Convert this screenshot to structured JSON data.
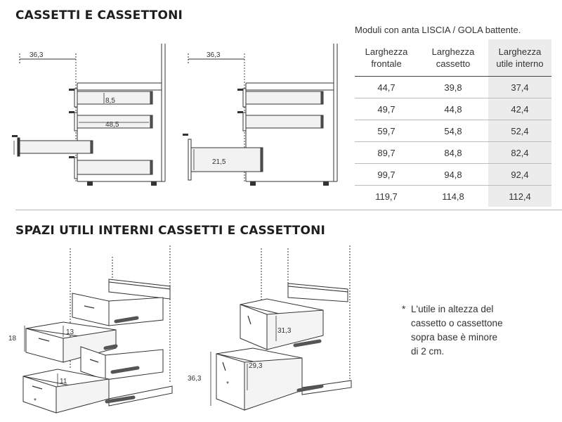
{
  "titles": {
    "drawers": "CASSETTI E CASSETTONI",
    "interior_spaces": "SPAZI UTILI INTERNI CASSETTI E CASSETTONI"
  },
  "table": {
    "caption": "Moduli con anta LISCIA / GOLA battente.",
    "headers": [
      [
        "Larghezza",
        "frontale"
      ],
      [
        "Larghezza",
        "cassetto"
      ],
      [
        "Larghezza",
        "utile interno"
      ]
    ],
    "rows": [
      [
        "44,7",
        "39,8",
        "37,4"
      ],
      [
        "49,7",
        "44,8",
        "42,4"
      ],
      [
        "59,7",
        "54,8",
        "52,4"
      ],
      [
        "89,7",
        "84,8",
        "82,4"
      ],
      [
        "99,7",
        "94,8",
        "92,4"
      ],
      [
        "119,7",
        "114,8",
        "112,4"
      ]
    ]
  },
  "dimensions": {
    "drawers_depth": "36,3",
    "drawer_height": "8,5",
    "drawer_inner_depth": "48,5",
    "large_drawer_depth": "36,3",
    "large_drawer_height": "21,5",
    "interior_total_height": "18",
    "upper_drawer_inner": "13",
    "lower_drawer_inner": "11",
    "large_total_height": "36,3",
    "large_upper_inner": "31,3",
    "large_lower_inner": "29,3",
    "asterisk": "*"
  },
  "note": {
    "asterisk": "*",
    "lines": [
      "L'utile in altezza del",
      "cassetto o cassettone",
      "sopra base è minore",
      "di 2 cm."
    ]
  }
}
